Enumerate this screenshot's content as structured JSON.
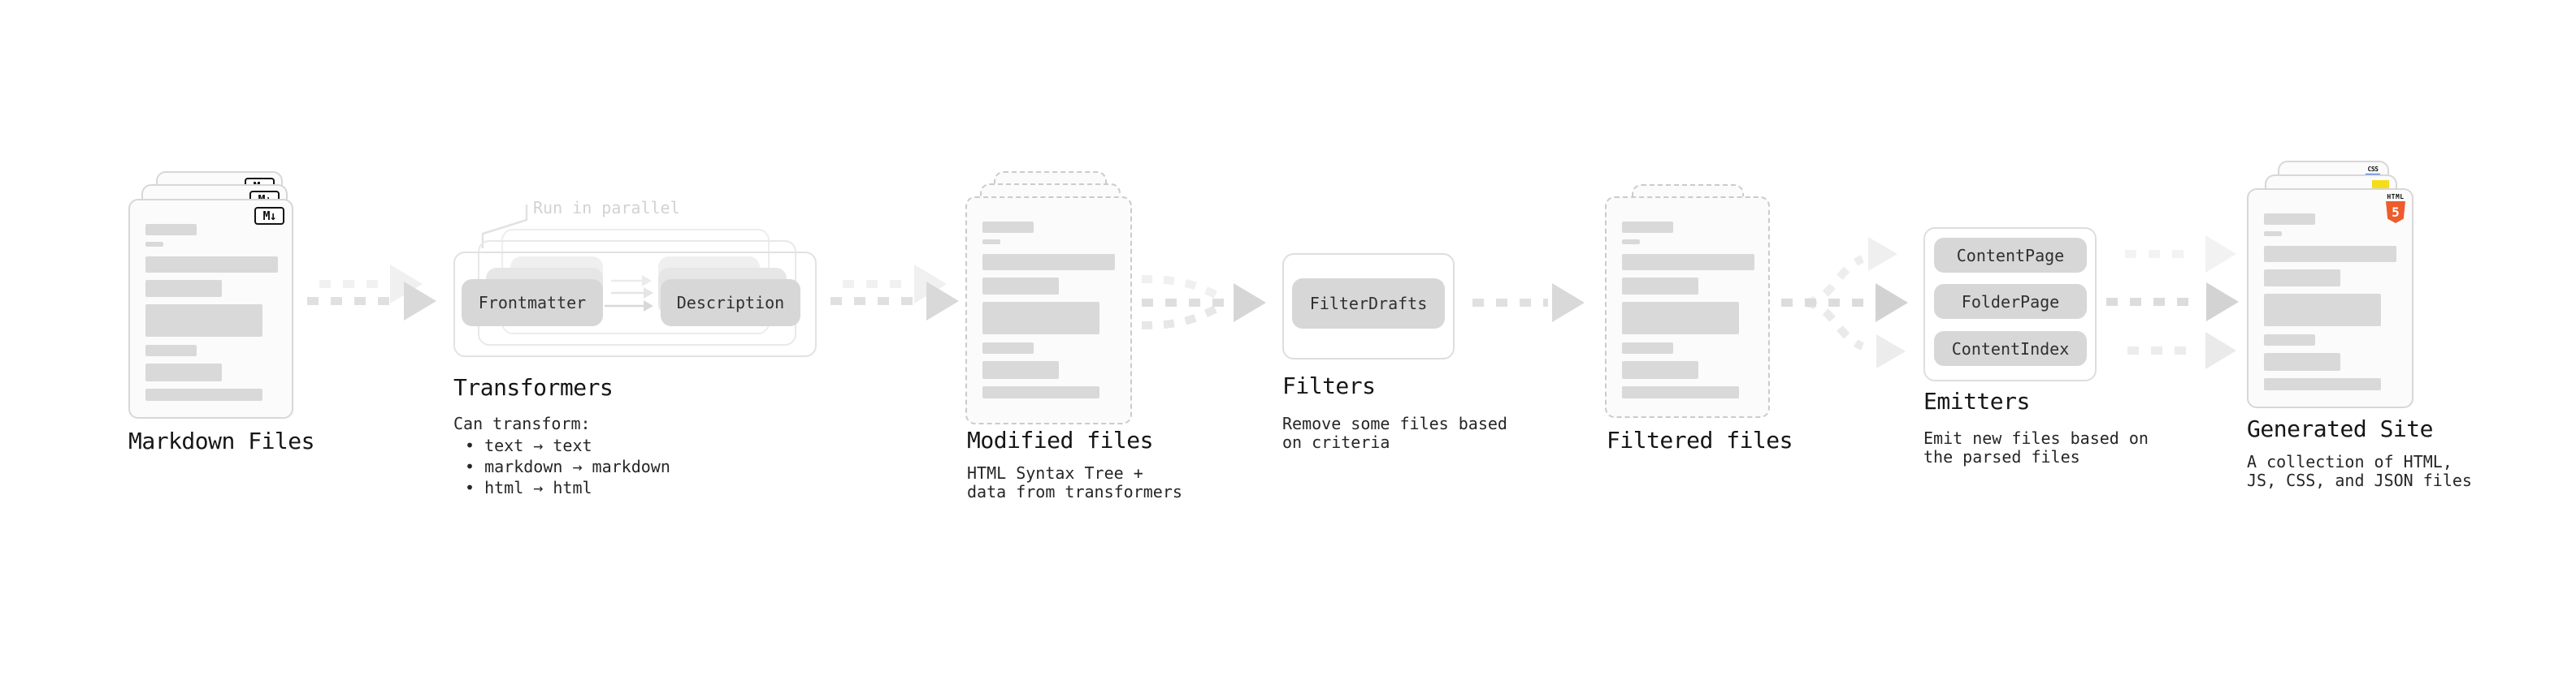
{
  "colors": {
    "card_fill": "#fbfbfb",
    "card_border": "#d7d7d7",
    "dashed_border": "#cbcbcb",
    "placeholder_bar": "#d9d9d9",
    "pill_fill": "#d7d7d7",
    "arrow_gray": "#dedede",
    "arrow_light": "#f0f0f0",
    "heading_text": "#161616",
    "body_text": "#262626",
    "note_text": "#d2d2d2",
    "markdown_badge": "#141414",
    "html5_orange": "#ee5c2b",
    "js_yellow": "#f5de19",
    "css_blue": "#2d6bf0"
  },
  "sections": {
    "markdown_files": {
      "label": "Markdown Files",
      "badge": "M↓"
    },
    "transformers": {
      "label": "Transformers",
      "note": "Run in parallel",
      "pill_left": "Frontmatter",
      "pill_right": "Description",
      "desc_title": "Can transform:",
      "bullets": [
        "text → text",
        "markdown → markdown",
        "html → html"
      ]
    },
    "modified_files": {
      "label": "Modified files",
      "desc": [
        "HTML Syntax Tree +",
        "data from transformers"
      ]
    },
    "filters": {
      "label": "Filters",
      "pill": "FilterDrafts",
      "desc": [
        "Remove some files based",
        "on criteria"
      ]
    },
    "filtered_files": {
      "label": "Filtered files"
    },
    "emitters": {
      "label": "Emitters",
      "pills": [
        "ContentPage",
        "FolderPage",
        "ContentIndex"
      ],
      "desc": [
        "Emit new files based on",
        "the parsed files"
      ]
    },
    "generated_site": {
      "label": "Generated Site",
      "css_badge": "CSS",
      "html_badge": "HTML",
      "html5_digit": "5",
      "desc": [
        "A collection of HTML,",
        "JS, CSS, and JSON files"
      ]
    }
  }
}
